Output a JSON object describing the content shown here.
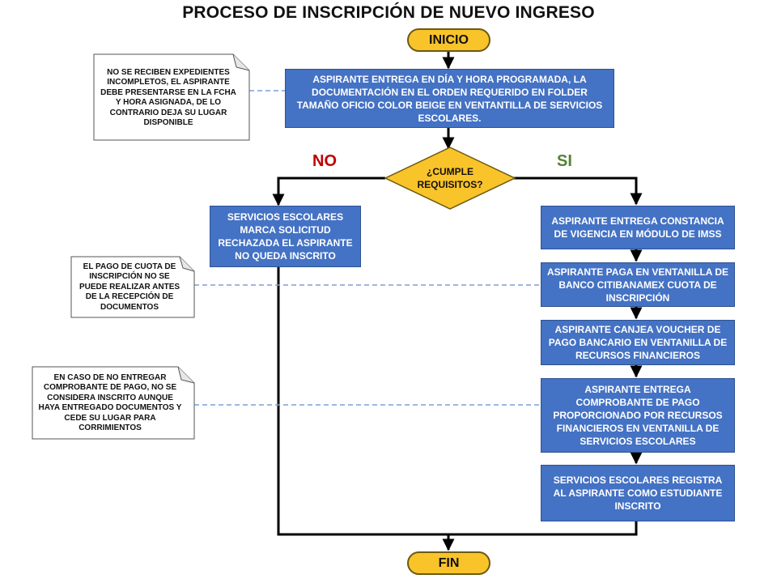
{
  "title": "PROCESO DE INSCRIPCIÓN DE NUEVO INGRESO",
  "start_label": "INICIO",
  "end_label": "FIN",
  "steps": {
    "entrega_documentacion": "ASPIRANTE ENTREGA EN DÍA Y HORA PROGRAMADA, LA DOCUMENTACIÓN EN EL ORDEN REQUERIDO EN FOLDER TAMAÑO OFICIO COLOR BEIGE EN VENTANTILLA DE SERVICIOS ESCOLARES.",
    "rechazada": "SERVICIOS ESCOLARES MARCA SOLICITUD RECHAZADA EL ASPIRANTE NO QUEDA INSCRITO",
    "constancia_imss": "ASPIRANTE ENTREGA CONSTANCIA DE VIGENCIA EN MÓDULO DE IMSS",
    "paga_cuota": "ASPIRANTE PAGA EN VENTANILLA DE BANCO CITIBANAMEX CUOTA DE INSCRIPCIÓN",
    "canjea_voucher": "ASPIRANTE CANJEA VOUCHER DE PAGO BANCARIO EN VENTANILLA DE RECURSOS FINANCIEROS",
    "entrega_comprobante": "ASPIRANTE  ENTREGA COMPROBANTE DE PAGO PROPORCIONADO POR RECURSOS FINANCIEROS EN VENTANILLA DE SERVICIOS ESCOLARES",
    "registra": "SERVICIOS ESCOLARES REGISTRA AL ASPIRANTE COMO ESTUDIANTE INSCRITO"
  },
  "decision": {
    "label": "¿CUMPLE REQUISITOS?",
    "no_label": "NO",
    "yes_label": "SI"
  },
  "notes": {
    "expedientes": "NO SE RECIBEN EXPEDIENTES INCOMPLETOS, EL ASPIRANTE DEBE PRESENTARSE EN LA FCHA Y HORA ASIGNADA, DE LO CONTRARIO DEJA SU LUGAR DISPONIBLE",
    "pago_cuota": "EL PAGO DE CUOTA DE INSCRIPCIÓN NO SE PUEDE REALIZAR ANTES DE LA RECEPCIÓN DE DOCUMENTOS",
    "comprobante": "EN CASO DE NO ENTREGAR COMPROBANTE DE PAGO, NO SE CONSIDERA INSCRITO AUNQUE HAYA ENTREGADO DOCUMENTOS Y CEDE SU LUGAR PARA CORRIMIENTOS"
  },
  "colors": {
    "terminal_fill": "#f9c32a",
    "process_fill": "#4472c4",
    "decision_fill": "#f9c32a",
    "no_color": "#c00000",
    "yes_color": "#548235",
    "note_connector": "#7f9fd6"
  }
}
